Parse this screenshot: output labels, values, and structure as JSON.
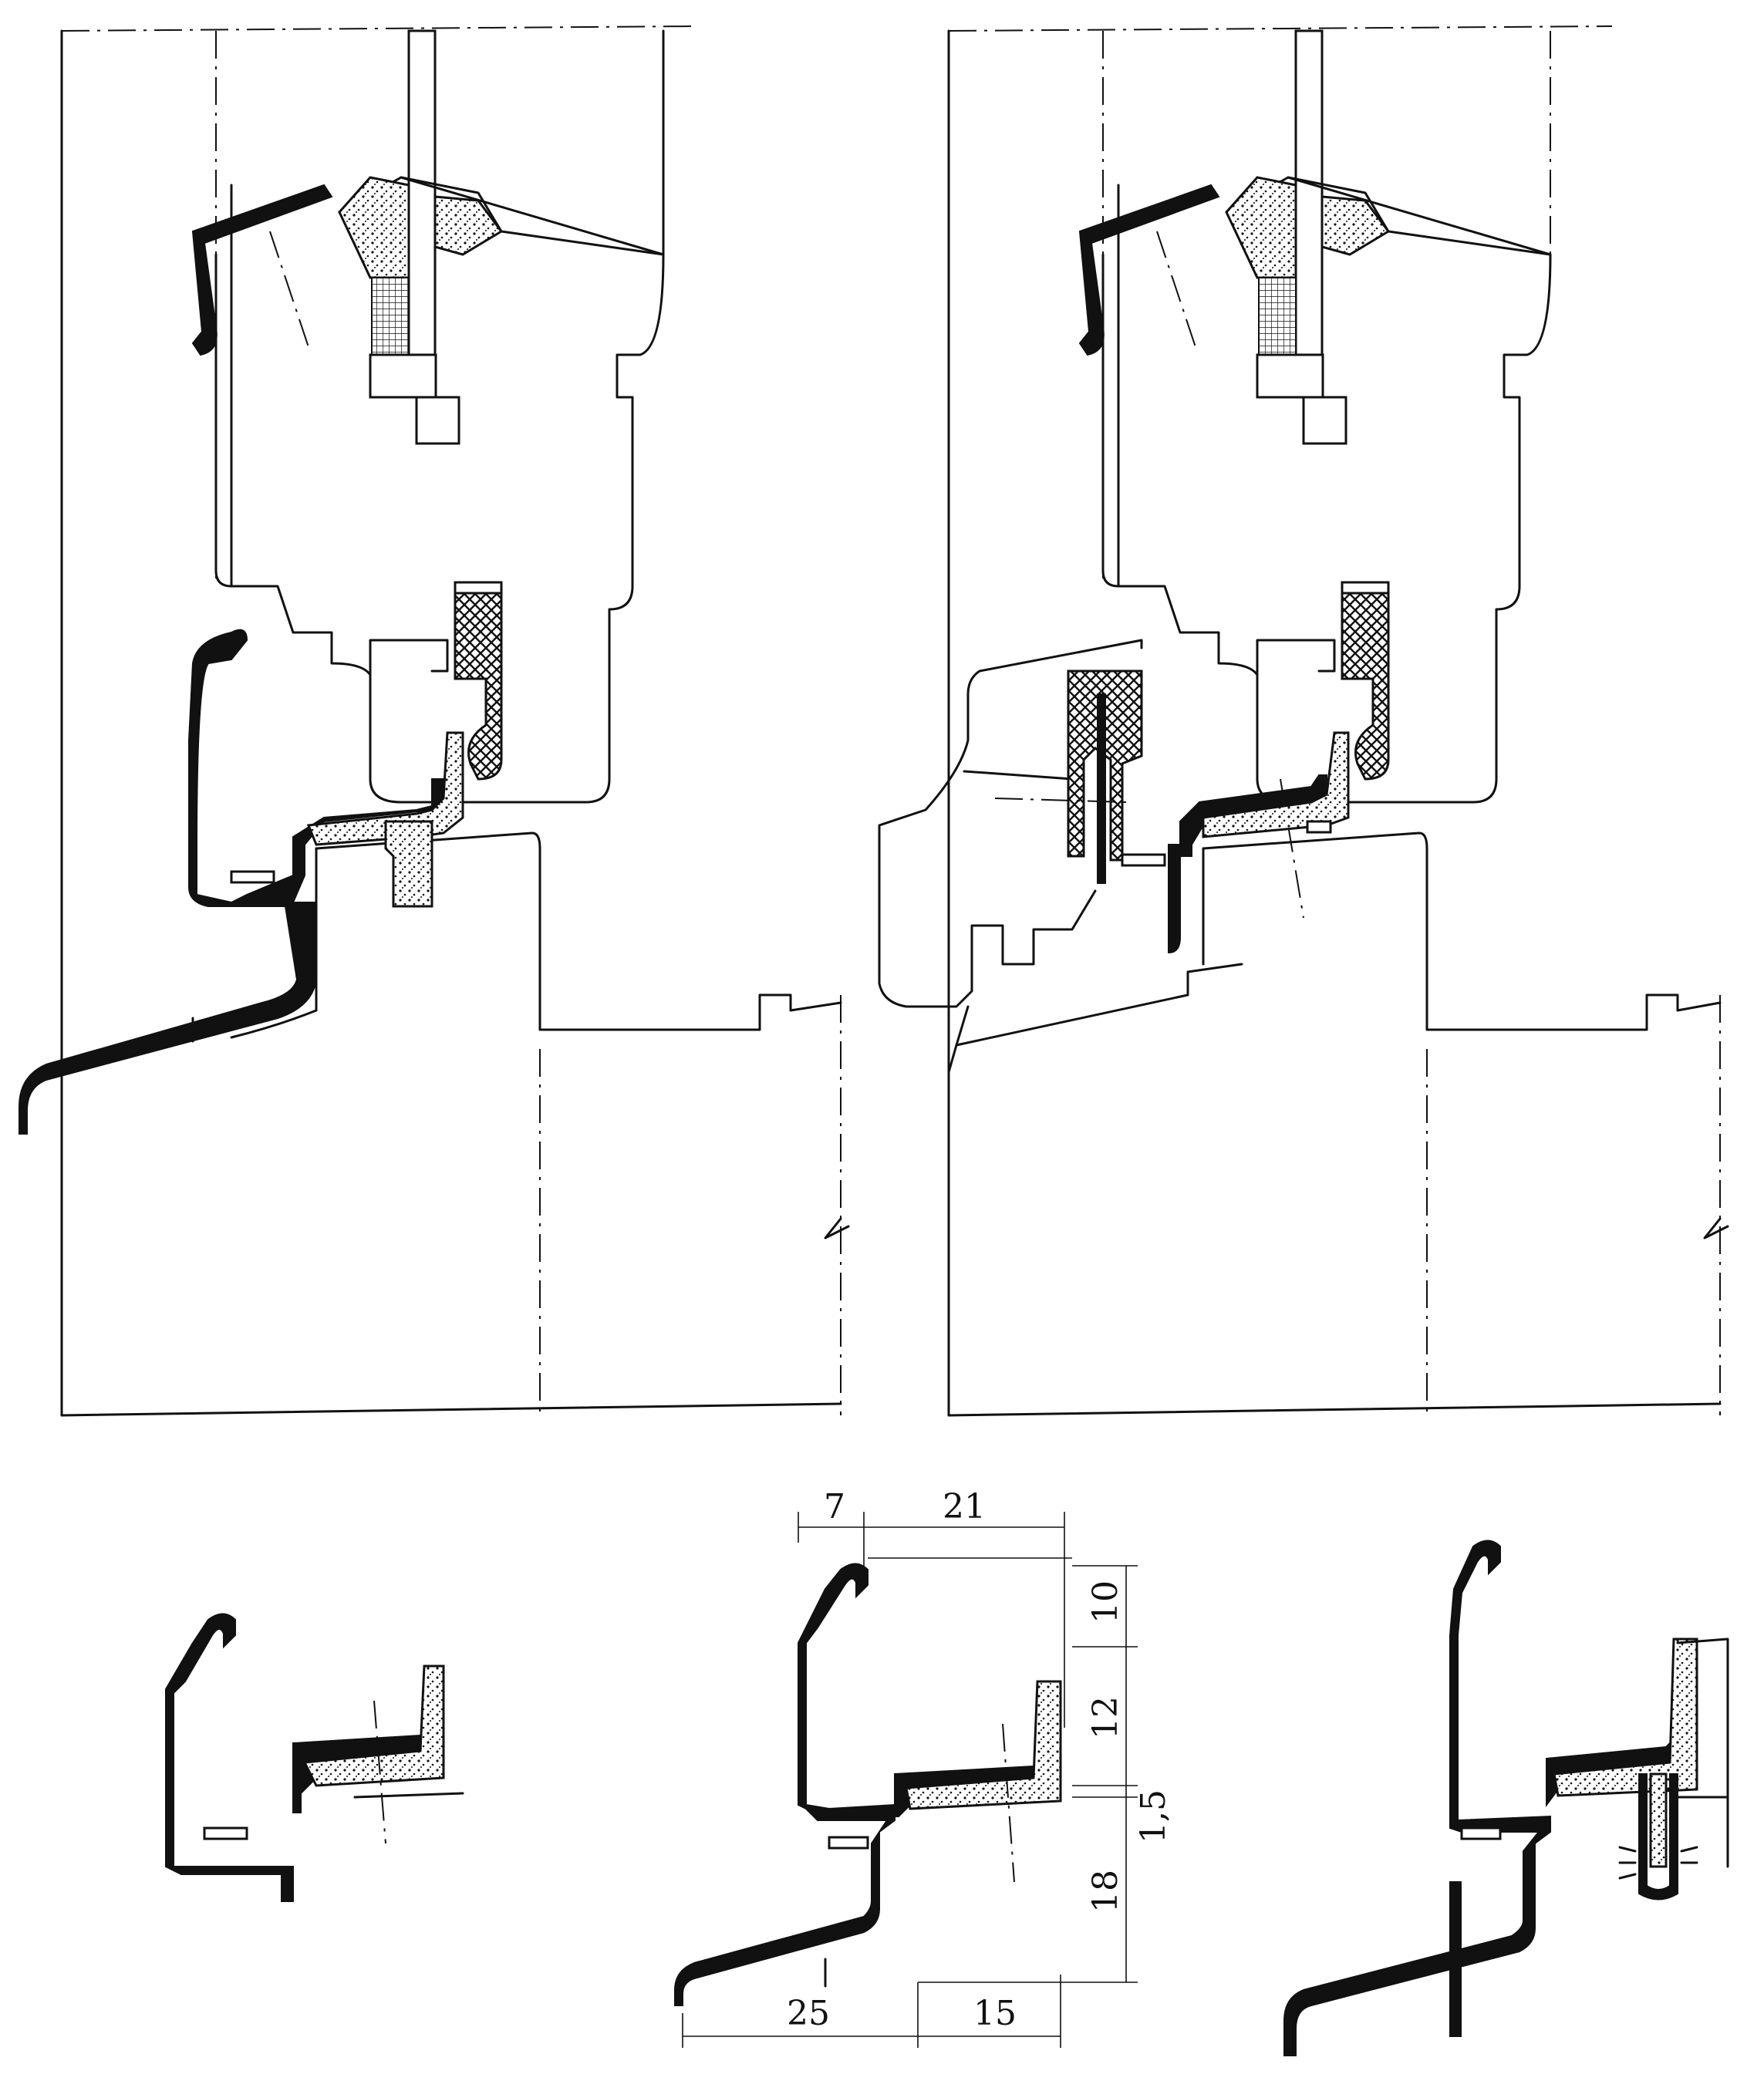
{
  "figure": {
    "line_color": "#111111",
    "background": "#ffffff",
    "panels": [
      "top-left-section",
      "top-right-section",
      "bottom-left-profile",
      "bottom-center-profile",
      "bottom-right-profile"
    ]
  },
  "dimensions": {
    "top_left": "7",
    "top_right": "21",
    "right_1": "10",
    "right_2": "12",
    "right_3": "1,5",
    "right_4": "18",
    "bottom_left": "25",
    "bottom_right": "15"
  }
}
